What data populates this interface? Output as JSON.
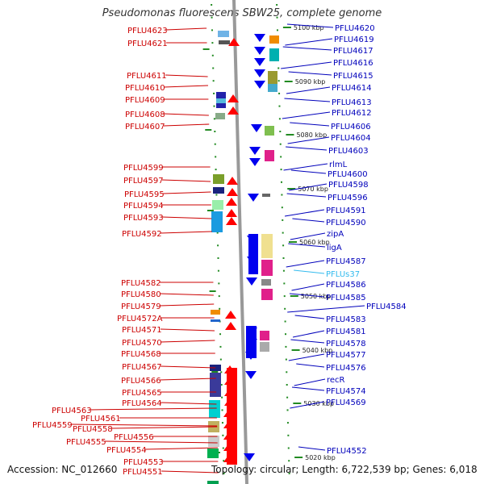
{
  "title": "Pseudomonas fluorescens SBW25, complete genome",
  "footer": {
    "accession": "Accession: NC_012660",
    "topology": "Topology: circular; Length: 6,722,539 bp; Genes: 6,018"
  },
  "colors": {
    "left_label": "#cc0000",
    "right_label": "#0000bb",
    "highlight_label": "#33bbee",
    "forward_gene": "#ff0000",
    "reverse_gene": "#0000ee",
    "tick": "#228b22",
    "backbone": "#999999"
  },
  "kbp_marks": [
    "5100 kbp",
    "5090 kbp",
    "5080 kbp",
    "5070 kbp",
    "5060 kbp",
    "5050 kbp",
    "5040 kbp",
    "5030 kbp",
    "5020 kbp"
  ],
  "left_labels": [
    "PFLU4623",
    "PFLU4621",
    "PFLU4611",
    "PFLU4610",
    "PFLU4609",
    "PFLU4608",
    "PFLU4607",
    "PFLU4599",
    "PFLU4597",
    "PFLU4595",
    "PFLU4594",
    "PFLU4593",
    "PFLU4592",
    "PFLU4582",
    "PFLU4580",
    "PFLU4579",
    "PFLU4572A",
    "PFLU4571",
    "PFLU4570",
    "PFLU4568",
    "PFLU4567",
    "PFLU4566",
    "PFLU4565",
    "PFLU4564",
    "PFLU4563",
    "PFLU4561",
    "PFLU4559",
    "PFLU4558",
    "PFLU4556",
    "PFLU4555",
    "PFLU4554",
    "PFLU4553",
    "PFLU4551"
  ],
  "right_labels": [
    "PFLU4620",
    "PFLU4619",
    "PFLU4617",
    "PFLU4616",
    "PFLU4615",
    "PFLU4614",
    "PFLU4613",
    "PFLU4612",
    "PFLU4606",
    "PFLU4604",
    "PFLU4603",
    "rlmL",
    "PFLU4600",
    "PFLU4598",
    "PFLU4596",
    "PFLU4591",
    "PFLU4590",
    "zipA",
    "ligA",
    "PFLU4587",
    "PFLUs37",
    "PFLU4586",
    "PFLU4585",
    "PFLU4584",
    "PFLU4583",
    "PFLU4581",
    "PFLU4578",
    "PFLU4577",
    "PFLU4576",
    "recR",
    "PFLU4574",
    "PFLU4569",
    "PFLU4552"
  ]
}
